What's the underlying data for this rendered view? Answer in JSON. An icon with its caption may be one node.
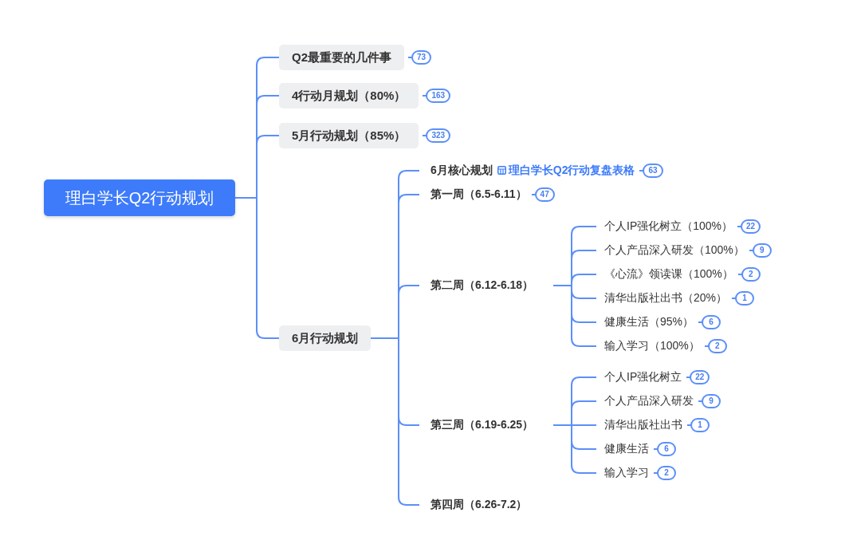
{
  "diagram": {
    "nodes": [
      {
        "text": [
          "理白学长Q2行动规划"
        ]
      },
      {
        "text": [
          "Q2最重要的几件事"
        ],
        "beside": [
          "73"
        ]
      },
      {
        "text": [
          "4行动月规划（80%）"
        ],
        "beside": [
          "163"
        ]
      },
      {
        "text": [
          "5月行动规划（85%）"
        ],
        "beside": [
          "323"
        ]
      },
      {
        "text": [
          "6月行动规划"
        ]
      },
      {
        "text": [
          "6月核心规划",
          "理白学长Q2行动复盘表格"
        ]
      },
      {
        "text": [
          "第一周（6.5-6.11）"
        ],
        "beside": [
          "47"
        ]
      },
      {
        "text": [
          "第二周（6.12-6.18）"
        ]
      },
      {
        "text": [
          "个人IP强化树立（100%）"
        ],
        "beside": [
          "22"
        ]
      },
      {
        "text": [
          "个人产品深入研发（100%）"
        ],
        "beside": [
          "9"
        ]
      },
      {
        "text": [
          "《心流》领读课（100%）"
        ],
        "beside": [
          "2"
        ]
      },
      {
        "text": [
          "清华出版社出书（20%）"
        ],
        "beside": [
          "1"
        ]
      },
      {
        "text": [
          "健康生活（95%）"
        ],
        "beside": [
          "6"
        ]
      },
      {
        "text": [
          "输入学习（100%）"
        ],
        "beside": [
          "2"
        ]
      },
      {
        "text": [
          "第三周（6.19-6.25）"
        ]
      },
      {
        "text": [
          "个人IP强化树立"
        ],
        "beside": [
          "22"
        ]
      },
      {
        "text": [
          "个人产品深入研发"
        ],
        "beside": [
          "9"
        ]
      },
      {
        "text": [
          "清华出版社出书"
        ],
        "beside": [
          "1"
        ]
      },
      {
        "text": [
          "健康生活"
        ],
        "beside": [
          "6"
        ]
      },
      {
        "text": [
          "输入学习"
        ],
        "beside": [
          "2"
        ]
      },
      {
        "text": [
          "第四周（6.26-7.2）"
        ]
      }
    ],
    "edges": [
      {
        "from": 0,
        "to": 1,
        "arrow": "none"
      },
      {
        "from": 0,
        "to": 2,
        "arrow": "none"
      },
      {
        "from": 0,
        "to": 3,
        "arrow": "none"
      },
      {
        "from": 0,
        "to": 4,
        "arrow": "none"
      },
      {
        "from": 4,
        "to": 5,
        "arrow": "none"
      },
      {
        "from": 4,
        "to": 6,
        "arrow": "none"
      },
      {
        "from": 4,
        "to": 7,
        "arrow": "none"
      },
      {
        "from": 4,
        "to": 14,
        "arrow": "none"
      },
      {
        "from": 4,
        "to": 20,
        "arrow": "none"
      },
      {
        "from": 7,
        "to": 8,
        "arrow": "none"
      },
      {
        "from": 7,
        "to": 9,
        "arrow": "none"
      },
      {
        "from": 7,
        "to": 10,
        "arrow": "none"
      },
      {
        "from": 7,
        "to": 11,
        "arrow": "none"
      },
      {
        "from": 7,
        "to": 12,
        "arrow": "none"
      },
      {
        "from": 7,
        "to": 13,
        "arrow": "none"
      },
      {
        "from": 14,
        "to": 15,
        "arrow": "none"
      },
      {
        "from": 14,
        "to": 16,
        "arrow": "none"
      },
      {
        "from": 14,
        "to": 17,
        "arrow": "none"
      },
      {
        "from": 14,
        "to": 18,
        "arrow": "none"
      },
      {
        "from": 14,
        "to": 19,
        "arrow": "none"
      }
    ],
    "labels": [
      "63"
    ]
  }
}
